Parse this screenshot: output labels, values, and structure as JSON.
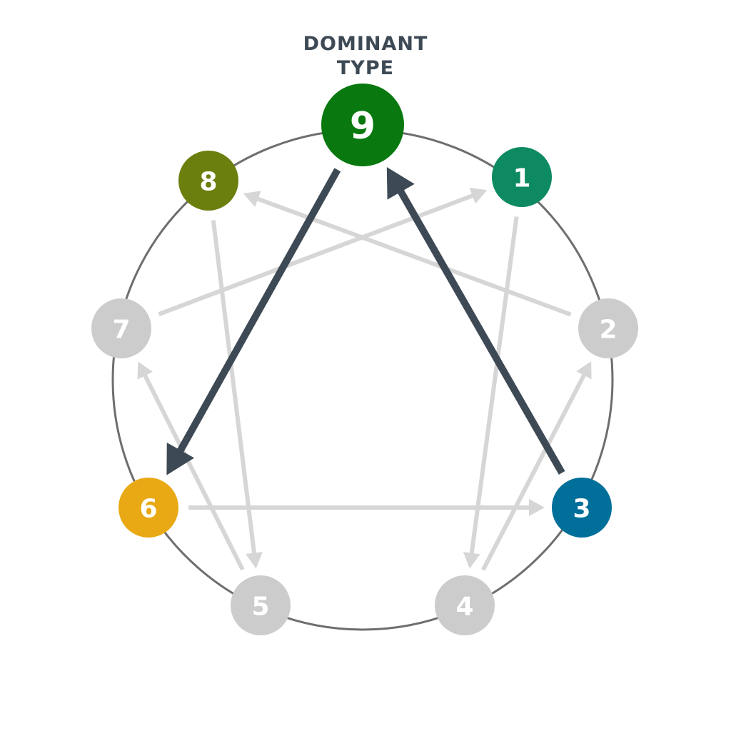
{
  "header": {
    "line1": "DOMINANT",
    "line2": "TYPE"
  },
  "colors": {
    "ring": "#6e6e6e",
    "inactive": "#cccccc",
    "inactive_arrow": "#d6d6d6",
    "highlight_arrow": "#3d4a55"
  },
  "nodes": [
    {
      "label": "9",
      "color": "#08780f",
      "dominant": true
    },
    {
      "label": "1",
      "color": "#0e8a62"
    },
    {
      "label": "2",
      "color": "#cccccc"
    },
    {
      "label": "3",
      "color": "#006f9a"
    },
    {
      "label": "4",
      "color": "#cccccc"
    },
    {
      "label": "5",
      "color": "#cccccc"
    },
    {
      "label": "6",
      "color": "#e8a915"
    },
    {
      "label": "7",
      "color": "#cccccc"
    },
    {
      "label": "8",
      "color": "#6b7f0f"
    }
  ],
  "connections": [
    {
      "from": "1",
      "to": "4",
      "highlight": false
    },
    {
      "from": "4",
      "to": "2",
      "highlight": false
    },
    {
      "from": "2",
      "to": "8",
      "highlight": false
    },
    {
      "from": "8",
      "to": "5",
      "highlight": false
    },
    {
      "from": "5",
      "to": "7",
      "highlight": false
    },
    {
      "from": "7",
      "to": "1",
      "highlight": false
    },
    {
      "from": "6",
      "to": "3",
      "highlight": false
    },
    {
      "from": "3",
      "to": "9",
      "highlight": true
    },
    {
      "from": "9",
      "to": "6",
      "highlight": true
    }
  ]
}
